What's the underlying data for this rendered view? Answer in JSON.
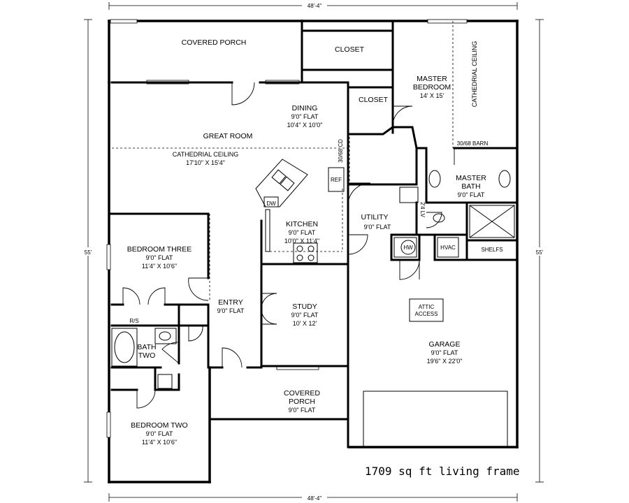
{
  "dimensions": {
    "width_top": "48'-4\"",
    "width_bottom": "48'-4\"",
    "depth_left": "55'",
    "depth_right": "55'"
  },
  "rooms": {
    "covered_porch_rear": {
      "name": "COVERED PORCH"
    },
    "closet_1": {
      "name": "CLOSET"
    },
    "closet_2": {
      "name": "CLOSET"
    },
    "master_bedroom": {
      "name_line1": "MASTER",
      "name_line2": "BEDROOM",
      "size": "14' X 15'"
    },
    "cathedral_ceiling_master": {
      "text": "CATHEDRIAL CEILING"
    },
    "dining": {
      "name": "DINING",
      "ceiling": "9'0\" FLAT",
      "size": "10'4\" X 10'0\""
    },
    "great_room": {
      "name": "GREAT ROOM",
      "ceiling": "CATHEDRIAL CEILING",
      "size": "17'10\" X 15'4\""
    },
    "kitchen": {
      "name": "KITCHEN",
      "ceiling": "9'0\" FLAT",
      "size": "10'0\" X 11'4\""
    },
    "utility": {
      "name": "UTILITY",
      "ceiling": "9'0\" FLAT"
    },
    "master_bath": {
      "name_line1": "MASTER",
      "name_line2": "BATH",
      "ceiling": "9'0\" FLAT"
    },
    "bedroom_three": {
      "name": "BEDROOM THREE",
      "ceiling": "9'0\" FLAT",
      "size": "11'4\" X 10'6\""
    },
    "entry": {
      "name": "ENTRY",
      "ceiling": "9'0\" FLAT"
    },
    "study": {
      "name": "STUDY",
      "ceiling": "9'0\" FLAT",
      "size": "10' X 12'"
    },
    "bath_two": {
      "name_line1": "BATH",
      "name_line2": "TWO"
    },
    "garage": {
      "name": "GARAGE",
      "ceiling": "9'0\" FLAT",
      "size": "19'6\" X 22'0\""
    },
    "covered_porch_front": {
      "name_line1": "COVERED",
      "name_line2": "PORCH",
      "ceiling": "9'0\" FLAT"
    },
    "bedroom_two": {
      "name": "BEDROOM TWO",
      "ceiling": "9'0\" FLAT",
      "size": "11'4\" X 10'6\""
    }
  },
  "fixtures": {
    "ref": "REF",
    "dw": "DW",
    "hw": "HW",
    "hvac": "HVAC",
    "shelfs": "SHELFS",
    "attic_line1": "ATTIC",
    "attic_line2": "ACCESS",
    "rs": "R/S",
    "barn_door": "30/68 BARN",
    "cd_door": "30/68 CD",
    "util_door": "2'4 LV"
  },
  "footer": {
    "text": "1709 sq ft living frame"
  }
}
